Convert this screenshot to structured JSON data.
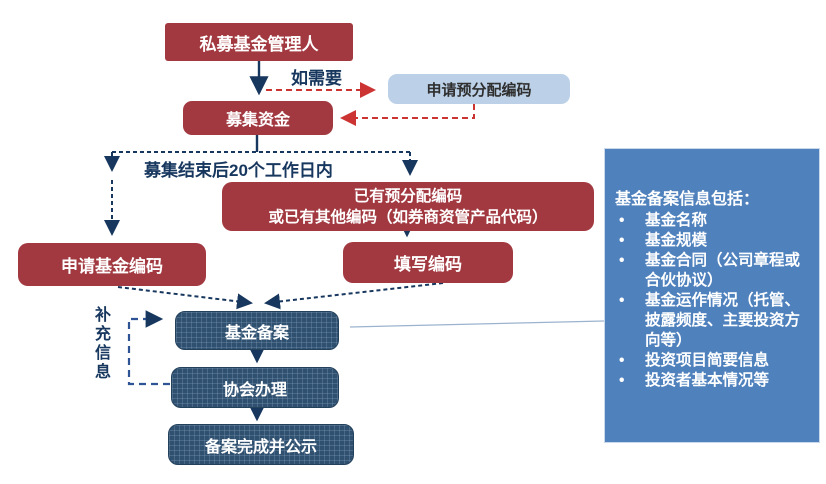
{
  "flow": {
    "manager": "私募基金管理人",
    "if_needed_label": "如需要",
    "preallocation": "申请预分配编码",
    "raise_funds": "募集资金",
    "deadline_label": "募集结束后20个工作日内",
    "have_code_line1": "已有预分配编码",
    "have_code_line2": "或已有其他编码（如券商资管产品代码）",
    "apply_code": "申请基金编码",
    "fill_code": "填写编码",
    "filing": "基金备案",
    "supplement_label": "补充信息",
    "association": "协会办理",
    "completed": "备案完成并公示"
  },
  "panel": {
    "title": "基金备案信息包括：",
    "bullet": "•",
    "items": [
      "基金名称",
      "基金规模",
      "基金合同（公司章程或合伙协议）",
      "基金运作情况（托管、披露频度、主要投资方向等）",
      "投资项目简要信息",
      "投资者基本情况等"
    ]
  },
  "colors": {
    "dark_red": "#a23940",
    "navy_box": "#30506f",
    "panel_blue": "#4f81bd",
    "light_blue": "#bcd1e8",
    "label_navy": "#17375e",
    "dashed_red": "#cc3333"
  }
}
